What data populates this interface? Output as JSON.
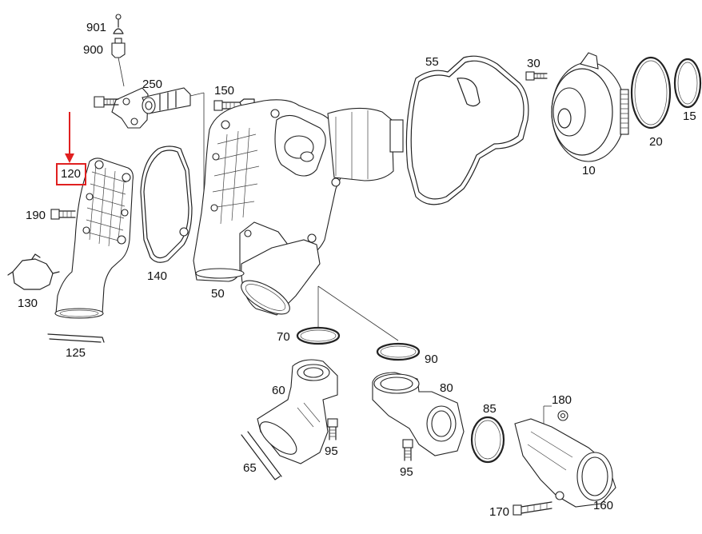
{
  "diagram": {
    "highlight": {
      "label": "120",
      "color": "#e02020"
    },
    "parts": [
      {
        "id": "901",
        "label": "901"
      },
      {
        "id": "900",
        "label": "900"
      },
      {
        "id": "250",
        "label": "250"
      },
      {
        "id": "150",
        "label": "150"
      },
      {
        "id": "55",
        "label": "55"
      },
      {
        "id": "30",
        "label": "30"
      },
      {
        "id": "20",
        "label": "20"
      },
      {
        "id": "15",
        "label": "15"
      },
      {
        "id": "10",
        "label": "10"
      },
      {
        "id": "120",
        "label": "120"
      },
      {
        "id": "190",
        "label": "190"
      },
      {
        "id": "140",
        "label": "140"
      },
      {
        "id": "130",
        "label": "130"
      },
      {
        "id": "125",
        "label": "125"
      },
      {
        "id": "50",
        "label": "50"
      },
      {
        "id": "70",
        "label": "70"
      },
      {
        "id": "90",
        "label": "90"
      },
      {
        "id": "60",
        "label": "60"
      },
      {
        "id": "80",
        "label": "80"
      },
      {
        "id": "85",
        "label": "85"
      },
      {
        "id": "180",
        "label": "180"
      },
      {
        "id": "95a",
        "label": "95"
      },
      {
        "id": "95b",
        "label": "95"
      },
      {
        "id": "65",
        "label": "65"
      },
      {
        "id": "170",
        "label": "170"
      },
      {
        "id": "160",
        "label": "160"
      }
    ]
  }
}
